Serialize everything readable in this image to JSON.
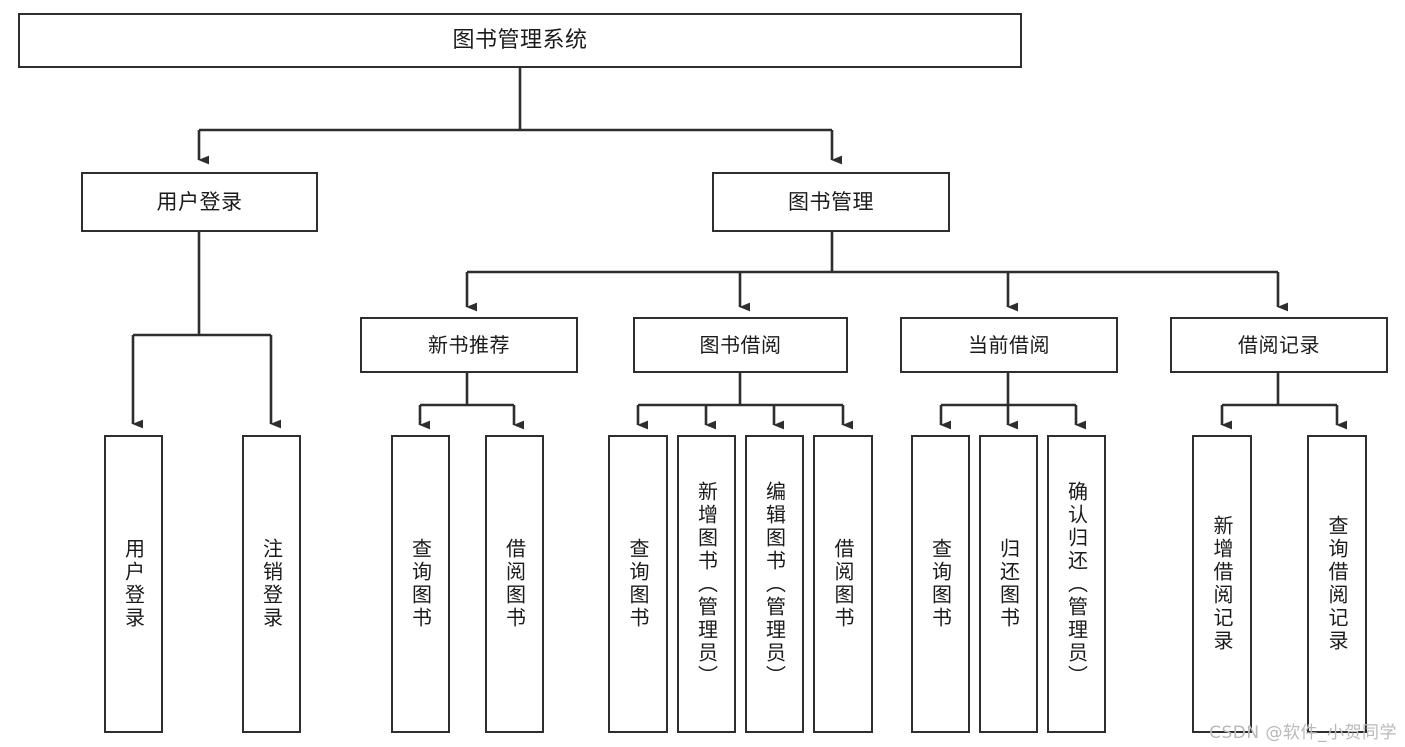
{
  "diagram": {
    "title_node": {
      "id": "root",
      "label": "图书管理系统"
    },
    "level1": [
      {
        "id": "user-login",
        "label": "用户登录"
      },
      {
        "id": "book-management",
        "label": "图书管理"
      }
    ],
    "level2": [
      {
        "id": "new-book-recommend",
        "label": "新书推荐"
      },
      {
        "id": "book-borrow",
        "label": "图书借阅"
      },
      {
        "id": "current-borrow",
        "label": "当前借阅"
      },
      {
        "id": "borrow-record",
        "label": "借阅记录"
      }
    ],
    "leaves": {
      "user_login": [
        {
          "id": "leaf-user-login",
          "label": "用户登录"
        },
        {
          "id": "leaf-logout-login",
          "label": "注销登录"
        }
      ],
      "new_book_recommend": [
        {
          "id": "leaf-query-book-1",
          "label": "查询图书"
        },
        {
          "id": "leaf-borrow-book-1",
          "label": "借阅图书"
        }
      ],
      "book_borrow": [
        {
          "id": "leaf-query-book-2",
          "label": "查询图书"
        },
        {
          "id": "leaf-add-book-admin",
          "label": "新增图书（管理员）"
        },
        {
          "id": "leaf-edit-book-admin",
          "label": "编辑图书（管理员）"
        },
        {
          "id": "leaf-borrow-book-2",
          "label": "借阅图书"
        }
      ],
      "current_borrow": [
        {
          "id": "leaf-query-book-3",
          "label": "查询图书"
        },
        {
          "id": "leaf-return-book",
          "label": "归还图书"
        },
        {
          "id": "leaf-confirm-return-admin",
          "label": "确认归还（管理员）"
        }
      ],
      "borrow_record": [
        {
          "id": "leaf-add-borrow-record",
          "label": "新增借阅记录"
        },
        {
          "id": "leaf-query-borrow-record",
          "label": "查询借阅记录"
        }
      ]
    },
    "watermark": "CSDN @软件_小贺同学",
    "colors": {
      "border": "#2e2e2e",
      "background": "#ffffff",
      "text": "#1b1b1b",
      "watermark": "#b9b9b9"
    }
  }
}
